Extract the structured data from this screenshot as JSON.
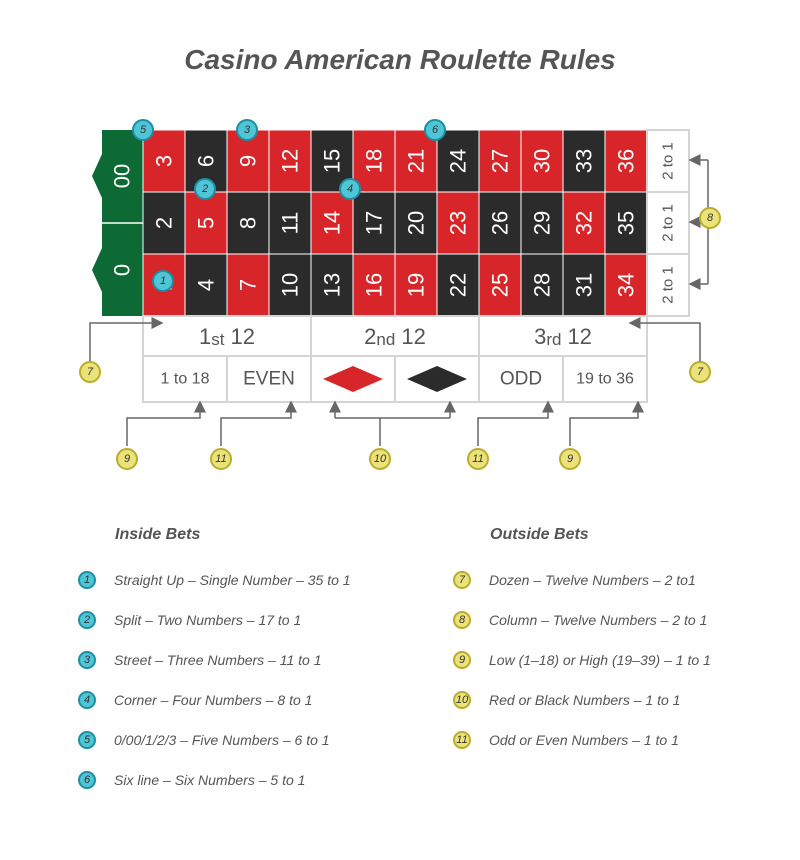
{
  "title": "Casino American Roulette Rules",
  "colors": {
    "red": "#d8252a",
    "black": "#2b2b2b",
    "green": "#0e6a35",
    "inside_badge": "#4fc6d8",
    "outside_badge": "#ece27a"
  },
  "table": {
    "zero_labels": [
      "00",
      "0"
    ],
    "rows": [
      [
        {
          "n": "3",
          "c": "red"
        },
        {
          "n": "6",
          "c": "black"
        },
        {
          "n": "9",
          "c": "red"
        },
        {
          "n": "12",
          "c": "red"
        },
        {
          "n": "15",
          "c": "black"
        },
        {
          "n": "18",
          "c": "red"
        },
        {
          "n": "21",
          "c": "red"
        },
        {
          "n": "24",
          "c": "black"
        },
        {
          "n": "27",
          "c": "red"
        },
        {
          "n": "30",
          "c": "red"
        },
        {
          "n": "33",
          "c": "black"
        },
        {
          "n": "36",
          "c": "red"
        }
      ],
      [
        {
          "n": "2",
          "c": "black"
        },
        {
          "n": "5",
          "c": "red"
        },
        {
          "n": "8",
          "c": "black"
        },
        {
          "n": "11",
          "c": "black"
        },
        {
          "n": "14",
          "c": "red"
        },
        {
          "n": "17",
          "c": "black"
        },
        {
          "n": "20",
          "c": "black"
        },
        {
          "n": "23",
          "c": "red"
        },
        {
          "n": "26",
          "c": "black"
        },
        {
          "n": "29",
          "c": "black"
        },
        {
          "n": "32",
          "c": "red"
        },
        {
          "n": "35",
          "c": "black"
        }
      ],
      [
        {
          "n": "1",
          "c": "red"
        },
        {
          "n": "4",
          "c": "black"
        },
        {
          "n": "7",
          "c": "red"
        },
        {
          "n": "10",
          "c": "black"
        },
        {
          "n": "13",
          "c": "black"
        },
        {
          "n": "16",
          "c": "red"
        },
        {
          "n": "19",
          "c": "red"
        },
        {
          "n": "22",
          "c": "black"
        },
        {
          "n": "25",
          "c": "red"
        },
        {
          "n": "28",
          "c": "black"
        },
        {
          "n": "31",
          "c": "black"
        },
        {
          "n": "34",
          "c": "red"
        }
      ]
    ],
    "columns": [
      "2 to 1",
      "2 to 1",
      "2 to 1"
    ],
    "dozens": [
      {
        "prefix": "1",
        "suffix": "st",
        "num": "12"
      },
      {
        "prefix": "2",
        "suffix": "nd",
        "num": "12"
      },
      {
        "prefix": "3",
        "suffix": "rd",
        "num": "12"
      }
    ],
    "outside": [
      {
        "label": "1 to 18"
      },
      {
        "label": "EVEN"
      },
      {
        "label": "",
        "diamond": "red"
      },
      {
        "label": "",
        "diamond": "black"
      },
      {
        "label": "ODD"
      },
      {
        "label": "19 to 36"
      }
    ]
  },
  "board_badges": [
    "5",
    "3",
    "6",
    "2",
    "4",
    "1"
  ],
  "callouts": [
    "7",
    "7",
    "8",
    "9",
    "11",
    "10",
    "11",
    "9"
  ],
  "inside_bets": {
    "heading": "Inside Bets",
    "items": [
      {
        "num": "1",
        "text": "Straight Up – Single Number – 35 to 1"
      },
      {
        "num": "2",
        "text": "Split – Two Numbers – 17 to 1"
      },
      {
        "num": "3",
        "text": "Street – Three Numbers – 11 to 1"
      },
      {
        "num": "4",
        "text": "Corner – Four Numbers – 8 to 1"
      },
      {
        "num": "5",
        "text": "0/00/1/2/3 – Five Numbers – 6 to 1"
      },
      {
        "num": "6",
        "text": "Six line – Six Numbers – 5 to 1"
      }
    ]
  },
  "outside_bets": {
    "heading": "Outside Bets",
    "items": [
      {
        "num": "7",
        "text": "Dozen – Twelve Numbers – 2 to1"
      },
      {
        "num": "8",
        "text": "Column – Twelve Numbers – 2 to 1"
      },
      {
        "num": "9",
        "text": "Low (1–18) or High (19–39) – 1 to 1"
      },
      {
        "num": "10",
        "text": "Red or Black Numbers – 1 to 1"
      },
      {
        "num": "11",
        "text": "Odd or Even Numbers – 1 to 1"
      }
    ]
  }
}
